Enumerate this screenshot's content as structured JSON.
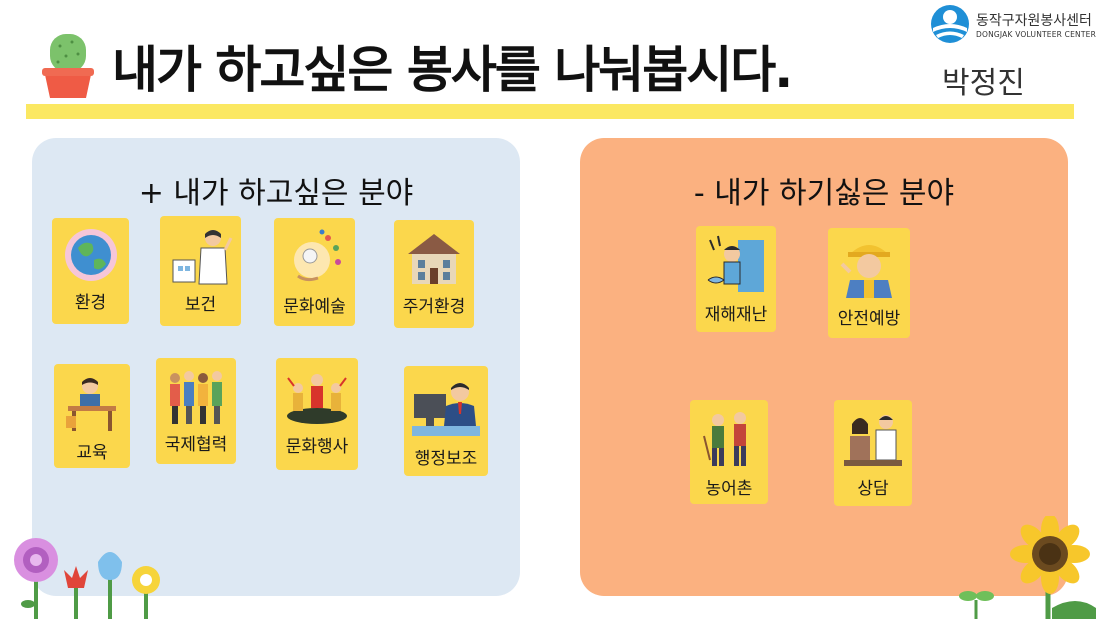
{
  "header": {
    "title": "내가 하고싶은 봉사를 나눠봅시다.",
    "author": "박정진"
  },
  "logo": {
    "name": "동작구자원봉사센터",
    "subtitle": "DONGJAK VOLUNTEER CENTER"
  },
  "left_panel": {
    "title": "+ 내가 하고싶은 분야",
    "cards": [
      {
        "label": "환경",
        "icon": "globe-icon"
      },
      {
        "label": "보건",
        "icon": "doctor-icon"
      },
      {
        "label": "문화예술",
        "icon": "art-icon"
      },
      {
        "label": "주거환경",
        "icon": "house-icon"
      },
      {
        "label": "교육",
        "icon": "student-desk-icon"
      },
      {
        "label": "국제협력",
        "icon": "people-group-icon"
      },
      {
        "label": "문화행사",
        "icon": "festival-icon"
      },
      {
        "label": "행정보조",
        "icon": "office-worker-icon"
      }
    ]
  },
  "right_panel": {
    "title": "- 내가 하기싫은 분야",
    "cards": [
      {
        "label": "재해재난",
        "icon": "disaster-worker-icon"
      },
      {
        "label": "안전예방",
        "icon": "safety-worker-icon"
      },
      {
        "label": "농어촌",
        "icon": "farmers-icon"
      },
      {
        "label": "상담",
        "icon": "counseling-icon"
      }
    ]
  },
  "colors": {
    "accent_bar": "#fbe862",
    "left_panel_bg": "#dde8f3",
    "right_panel_bg": "#fbb180",
    "card_bg": "#fbd74c",
    "logo_blue": "#1f8fd6"
  }
}
